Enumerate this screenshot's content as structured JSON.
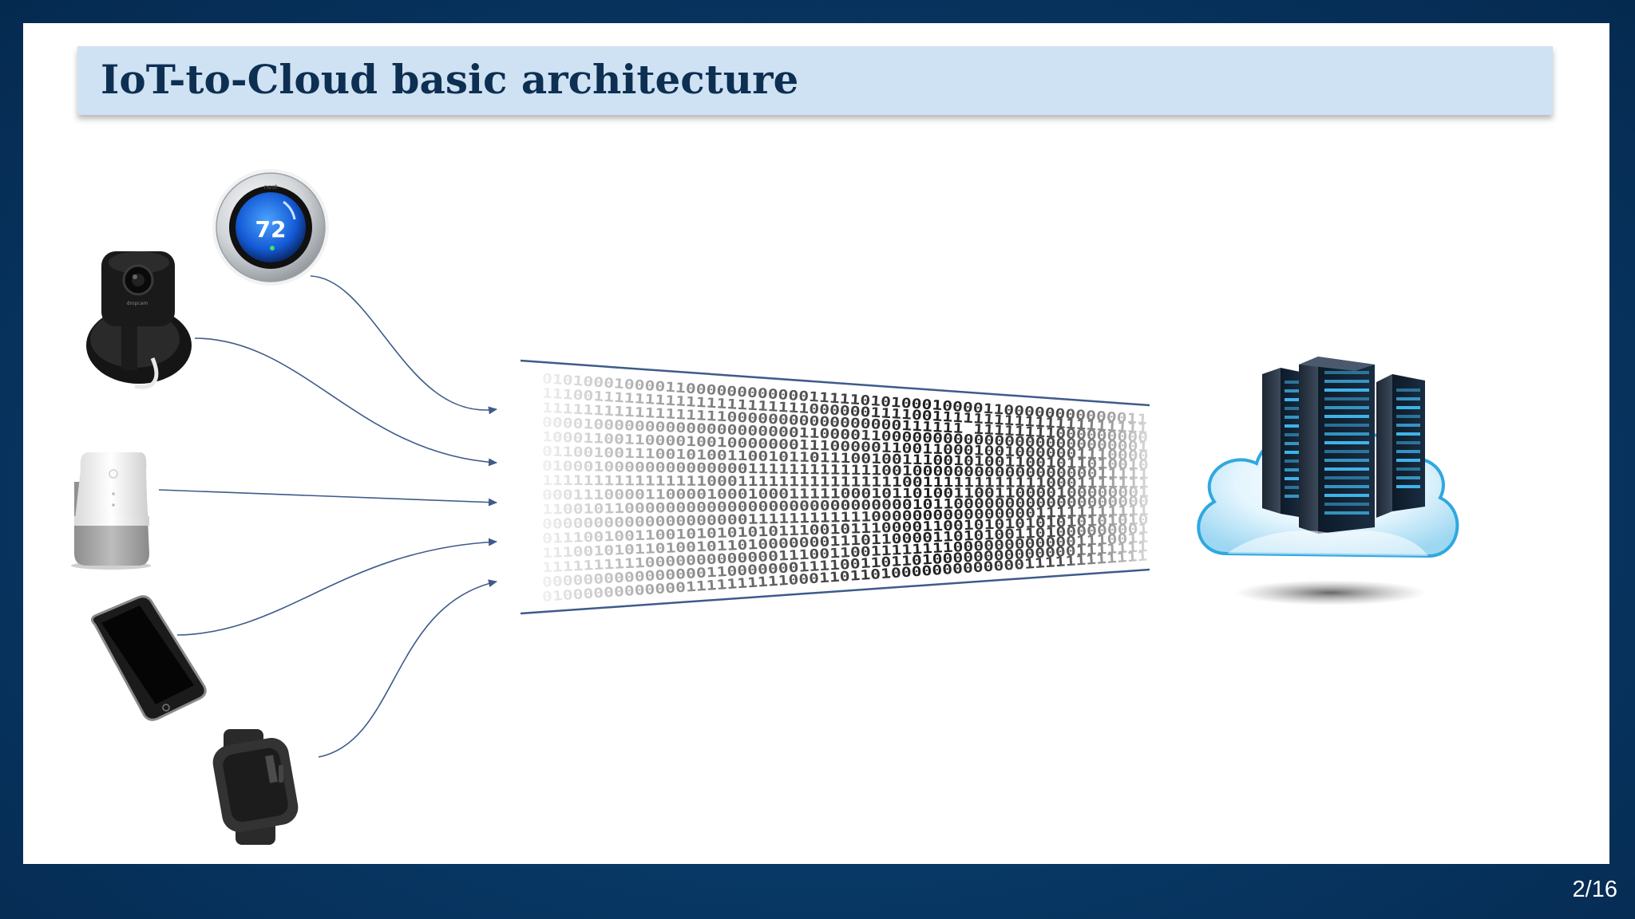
{
  "slide": {
    "title": "IoT-to-Cloud basic architecture",
    "page_number": "2/16"
  },
  "devices": {
    "thermostat": {
      "brand": "nest",
      "temperature": "72"
    },
    "camera": {
      "brand": "dropcam"
    },
    "smart_speaker": {},
    "smartphone": {},
    "smartwatch": {}
  },
  "data_stream": {
    "rows": [
      "01010001000011000000000000111110101000100001100000000000011",
      "11100111111111111111111111000000111100111111111111111111111",
      "11111111111111111100000000000000000111111 11111111000000000",
      "00001000000000000000000001100001100000000000000000000000001",
      "10001100110000100100000001110000011001100010010000001110000",
      "01100100111001010011001011011100100111001010011001011010010",
      "01000100000000000000111111111111100100000000000000000011111",
      "11111111111111110001111111111111111001111111111110001111111",
      "00011100001100001000100011111000101101001100110000100000001",
      "11001011000000000000000000000000000010110000000000000000000",
      "00000000000000000000111111111111000000000000000011111111111",
      "01110010011001010101010111001011100001100101010101010101010",
      "11100101011010010110100000001110110000110101001101000000001",
      "11111111110000000000000111001100111111110000000000001110011",
      "00000000000000001100000001111001101101000000000000001111111",
      "01000000000000111111111100011011010000000000000111111111111"
    ]
  },
  "colors": {
    "background": "#083a68",
    "title_bar": "#cfe2f3",
    "title_text": "#0d2f52",
    "connector": "#3e5b8a"
  }
}
